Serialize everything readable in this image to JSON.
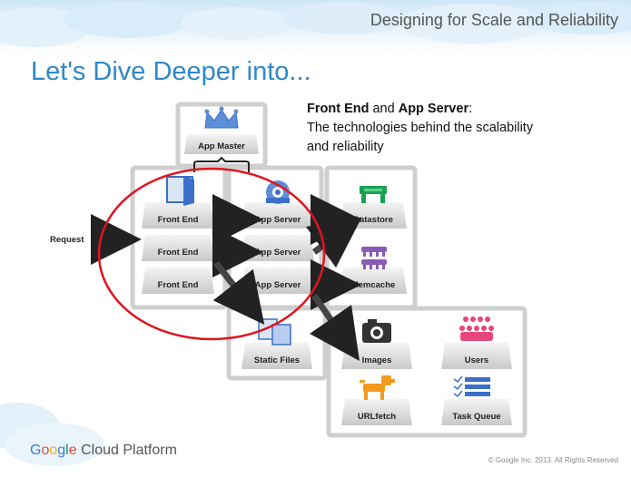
{
  "header": {
    "topic": "Designing for Scale and Reliability"
  },
  "slide": {
    "title": "Let's Dive Deeper into..."
  },
  "description": {
    "part1": "Front End",
    "part2": " and ",
    "part3": "App Server",
    "part4": ":",
    "line2": "The technologies behind the scalability",
    "line3": "and reliability"
  },
  "diagram": {
    "request_label": "Request",
    "app_master": "App Master",
    "front_ends": [
      "Front End",
      "Front End",
      "Front End"
    ],
    "app_servers": [
      "App Server",
      "App Server",
      "App Server"
    ],
    "datastore": "Datastore",
    "memcache": "Memcache",
    "static_files": "Static Files",
    "services": [
      "Images",
      "Users",
      "URLfetch",
      "Task Queue"
    ]
  },
  "icons": [
    "crown-icon",
    "door-icon",
    "appengine-icon",
    "datastore-icon",
    "memcache-icon",
    "static-files-icon",
    "camera-icon",
    "users-icon",
    "dog-icon",
    "task-list-icon"
  ],
  "colors": {
    "title": "#2e87c8",
    "highlight_ellipse": "#e0141e",
    "green": "#1aa251",
    "purple": "#8a5bb2",
    "blue": "#3b6fc9",
    "pink": "#e8457a",
    "orange": "#f39a1e"
  },
  "footer": {
    "brand_google": "Google",
    "brand_rest": " Cloud Platform",
    "copyright": "© Google Inc. 2013. All Rights Reserved"
  }
}
